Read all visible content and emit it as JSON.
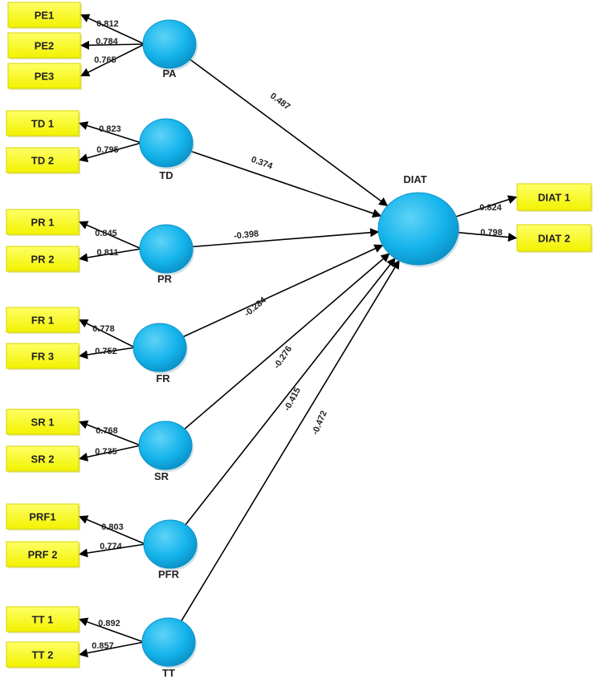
{
  "colors": {
    "latent_fill": "#15b4ec",
    "indicator_fill": "#ffff00",
    "line": "#000000"
  },
  "latents": [
    {
      "id": "PA",
      "label": "PA"
    },
    {
      "id": "TD",
      "label": "TD"
    },
    {
      "id": "PR",
      "label": "PR"
    },
    {
      "id": "FR",
      "label": "FR"
    },
    {
      "id": "SR",
      "label": "SR"
    },
    {
      "id": "PFR",
      "label": "PFR"
    },
    {
      "id": "TT",
      "label": "TT"
    },
    {
      "id": "DIAT",
      "label": "DIAT"
    }
  ],
  "indicators": [
    {
      "id": "PE1",
      "label": "PE1",
      "latent": "PA",
      "loading": "0.812"
    },
    {
      "id": "PE2",
      "label": "PE2",
      "latent": "PA",
      "loading": "0.784"
    },
    {
      "id": "PE3",
      "label": "PE3",
      "latent": "PA",
      "loading": "0.765"
    },
    {
      "id": "TD1",
      "label": "TD 1",
      "latent": "TD",
      "loading": "0.823"
    },
    {
      "id": "TD2",
      "label": "TD 2",
      "latent": "TD",
      "loading": "0.795"
    },
    {
      "id": "PR1",
      "label": "PR 1",
      "latent": "PR",
      "loading": "0.845"
    },
    {
      "id": "PR2",
      "label": "PR 2",
      "latent": "PR",
      "loading": "0.811"
    },
    {
      "id": "FR1",
      "label": "FR 1",
      "latent": "FR",
      "loading": "0.778"
    },
    {
      "id": "FR3",
      "label": "FR 3",
      "latent": "FR",
      "loading": "0.752"
    },
    {
      "id": "SR1",
      "label": "SR 1",
      "latent": "SR",
      "loading": "0.768"
    },
    {
      "id": "SR2",
      "label": "SR 2",
      "latent": "SR",
      "loading": "0.735"
    },
    {
      "id": "PRF1",
      "label": "PRF1",
      "latent": "PFR",
      "loading": "0.803"
    },
    {
      "id": "PRF2",
      "label": "PRF 2",
      "latent": "PFR",
      "loading": "0.774"
    },
    {
      "id": "TT1",
      "label": "TT 1",
      "latent": "TT",
      "loading": "0.892"
    },
    {
      "id": "TT2",
      "label": "TT 2",
      "latent": "TT",
      "loading": "0.857"
    },
    {
      "id": "DIAT1",
      "label": "DIAT 1",
      "latent": "DIAT",
      "loading": "0.824"
    },
    {
      "id": "DIAT2",
      "label": "DIAT 2",
      "latent": "DIAT",
      "loading": "0.798"
    }
  ],
  "paths": [
    {
      "from": "PA",
      "to": "DIAT",
      "coef": "0.487"
    },
    {
      "from": "TD",
      "to": "DIAT",
      "coef": "0.374"
    },
    {
      "from": "PR",
      "to": "DIAT",
      "coef": "-0.398"
    },
    {
      "from": "FR",
      "to": "DIAT",
      "coef": "-0.284"
    },
    {
      "from": "SR",
      "to": "DIAT",
      "coef": "-0.276"
    },
    {
      "from": "PFR",
      "to": "DIAT",
      "coef": "-0.415"
    },
    {
      "from": "TT",
      "to": "DIAT",
      "coef": "-0.472"
    }
  ]
}
